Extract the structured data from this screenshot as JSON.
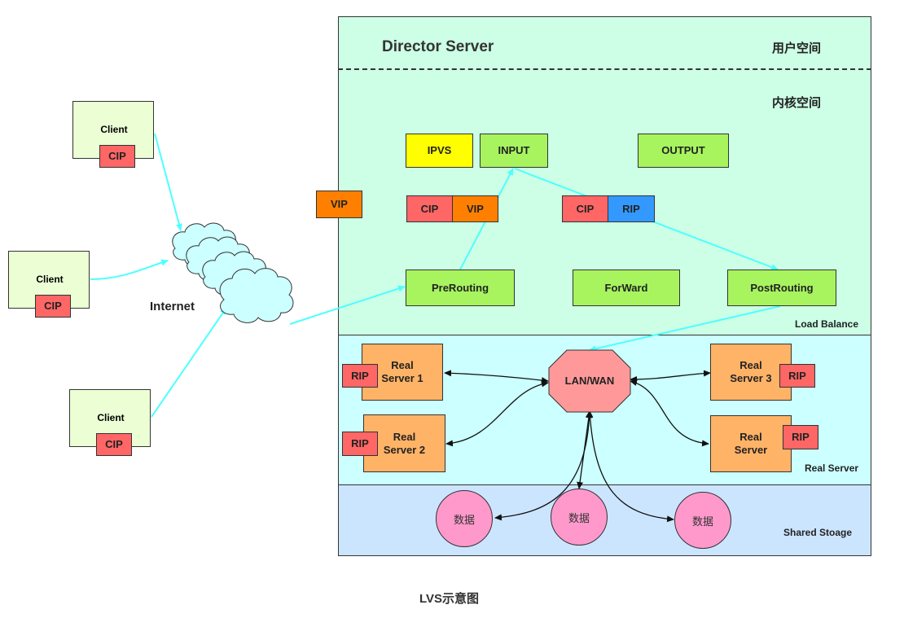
{
  "director": {
    "title": "Director Server",
    "user_space": "用户空间",
    "kernel_space": "内核空间",
    "ipvs": "IPVS",
    "input": "INPUT",
    "output": "OUTPUT",
    "prerouting": "PreRouting",
    "forward": "ForWard",
    "postrouting": "PostRouting",
    "load_balance": "Load Balance",
    "cip_vip": {
      "cip": "CIP",
      "vip": "VIP"
    },
    "cip_rip": {
      "cip": "CIP",
      "rip": "RIP"
    }
  },
  "vip_label": "VIP",
  "internet_label": "Internet",
  "clients": [
    {
      "label": "Client",
      "ip": "CIP"
    },
    {
      "label": "Client",
      "ip": "CIP"
    },
    {
      "label": "Client",
      "ip": "CIP"
    }
  ],
  "real_server_zone": {
    "label": "Real Server",
    "lan_wan": "LAN/WAN",
    "servers": [
      {
        "line1": "Real",
        "line2": "Server 1",
        "ip": "RIP"
      },
      {
        "line1": "Real",
        "line2": "Server 2",
        "ip": "RIP"
      },
      {
        "line1": "Real",
        "line2": "Server 3",
        "ip": "RIP"
      },
      {
        "line1": "Real",
        "line2": "Server",
        "ip": "RIP"
      }
    ]
  },
  "storage_zone": {
    "label": "Shared Stoage",
    "items": [
      "数据",
      "数据",
      "数据"
    ]
  },
  "caption": "LVS示意图",
  "colors": {
    "kernel_bg": "#ccffe6",
    "real_server_bg": "#ccffff",
    "storage_bg": "#cce5ff",
    "arrow_cyan": "#4dffff"
  }
}
